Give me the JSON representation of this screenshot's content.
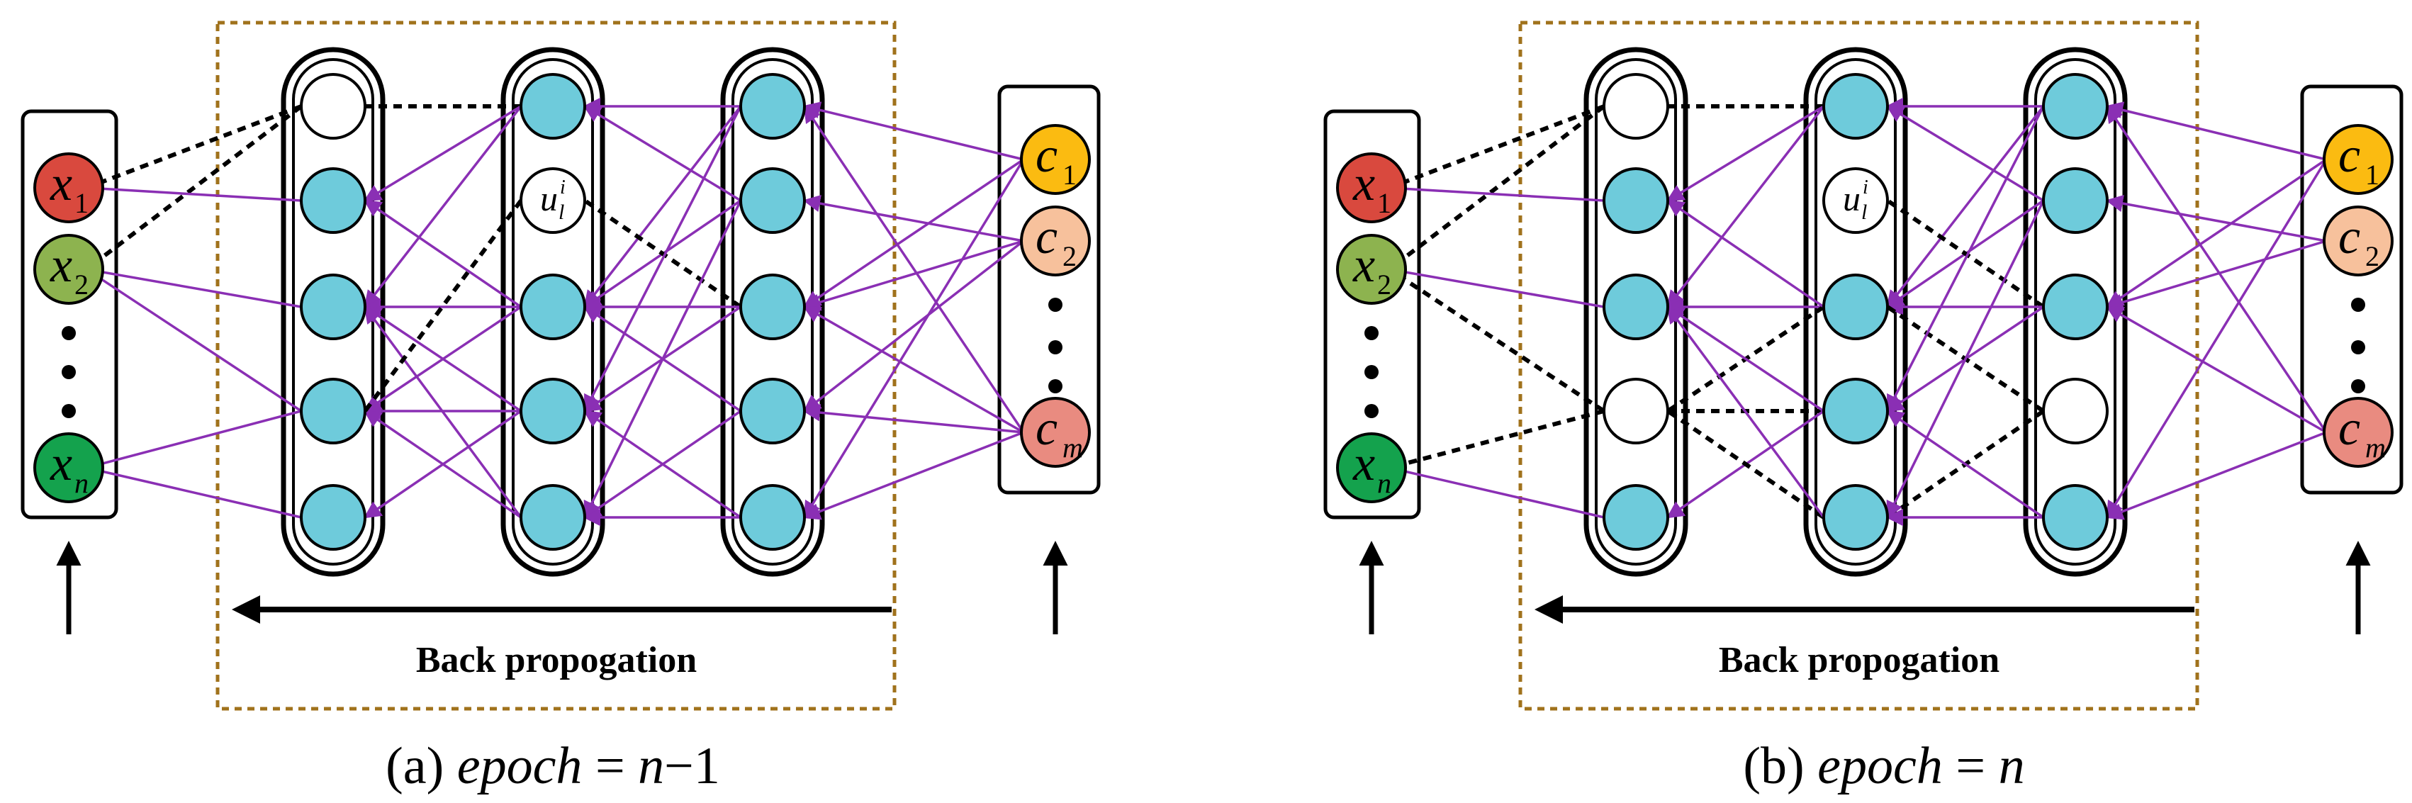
{
  "panels": [
    {
      "id": "a",
      "caption": {
        "label": "(a)",
        "epoch": "epoch",
        "eq": "= n",
        "minus": "−1"
      },
      "backprop_label": "Back propogation",
      "inputs": [
        {
          "sym": "x",
          "sub": "1",
          "color": "#d9493e"
        },
        {
          "sym": "x",
          "sub": "2",
          "color": "#8db34f"
        },
        {
          "sym": "x",
          "sub": "n",
          "color": "#14a24d"
        }
      ],
      "outputs": [
        {
          "sym": "c",
          "sub": "1",
          "color": "#fbbb11"
        },
        {
          "sym": "c",
          "sub": "2",
          "color": "#f7c19c"
        },
        {
          "sym": "c",
          "sub": "m",
          "color": "#e98b80"
        }
      ],
      "dropped_node_label": {
        "sym": "u",
        "sub": "l",
        "sup": "i"
      },
      "layers": [
        {
          "nodes": [
            "dropped",
            "active",
            "active",
            "active",
            "active"
          ]
        },
        {
          "nodes": [
            "active",
            "dropped-label",
            "active",
            "active",
            "active"
          ]
        },
        {
          "nodes": [
            "active",
            "active",
            "active",
            "active",
            "active"
          ]
        }
      ]
    },
    {
      "id": "b",
      "caption": {
        "label": "(b)",
        "epoch": "epoch",
        "eq": "= n",
        "minus": ""
      },
      "backprop_label": "Back propogation",
      "inputs": [
        {
          "sym": "x",
          "sub": "1",
          "color": "#d9493e"
        },
        {
          "sym": "x",
          "sub": "2",
          "color": "#8db34f"
        },
        {
          "sym": "x",
          "sub": "n",
          "color": "#14a24d"
        }
      ],
      "outputs": [
        {
          "sym": "c",
          "sub": "1",
          "color": "#fbbb11"
        },
        {
          "sym": "c",
          "sub": "2",
          "color": "#f7c19c"
        },
        {
          "sym": "c",
          "sub": "m",
          "color": "#e98b80"
        }
      ],
      "dropped_node_label": {
        "sym": "u",
        "sub": "l",
        "sup": "i"
      },
      "layers": [
        {
          "nodes": [
            "dropped",
            "active",
            "active",
            "dropped",
            "active"
          ]
        },
        {
          "nodes": [
            "active",
            "dropped-label",
            "active",
            "active",
            "active"
          ]
        },
        {
          "nodes": [
            "active",
            "active",
            "active",
            "dropped",
            "active"
          ]
        }
      ]
    }
  ],
  "colors": {
    "active_node": "#6ecbdb",
    "purple_link": "#8a2fb4",
    "dashed_link": "#000000",
    "dotted_frame": "#a0721c"
  }
}
